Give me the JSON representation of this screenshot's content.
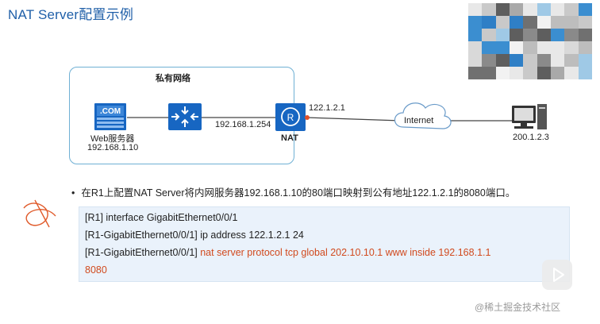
{
  "title": "NAT Server配置示例",
  "private_network_label": "私有网络",
  "nodes": {
    "web_server": {
      "icon_text": ".COM",
      "name": "Web服务器",
      "ip": "192.168.1.10"
    },
    "switch": {
      "icon": "switch-icon"
    },
    "router": {
      "name": "NAT",
      "inside_ip": "192.168.1.254",
      "outside_ip": "122.1.2.1"
    },
    "internet": {
      "label": "Internet"
    },
    "pc": {
      "ip": "200.1.2.3"
    }
  },
  "bullet": "在R1上配置NAT Server将内网服务器192.168.1.10的80端口映射到公有地址122.1.2.1的8080端口。",
  "code": {
    "line1": "[R1] interface GigabitEthernet0/0/1",
    "line2": "[R1-GigabitEthernet0/0/1] ip address 122.1.2.1 24",
    "line3_prefix": "[R1-GigabitEthernet0/0/1] ",
    "line3_cmd": "nat server protocol tcp global 202.10.10.1 www inside 192.168.1.1",
    "line4_cmd": "8080"
  },
  "watermark": "@稀土掘金技术社区",
  "colors": {
    "title": "#1f5fa8",
    "device_blue": "#1766c2",
    "box_border": "#6fb0d4",
    "code_bg": "#eaf2fb",
    "code_highlight": "#d14a1e"
  }
}
